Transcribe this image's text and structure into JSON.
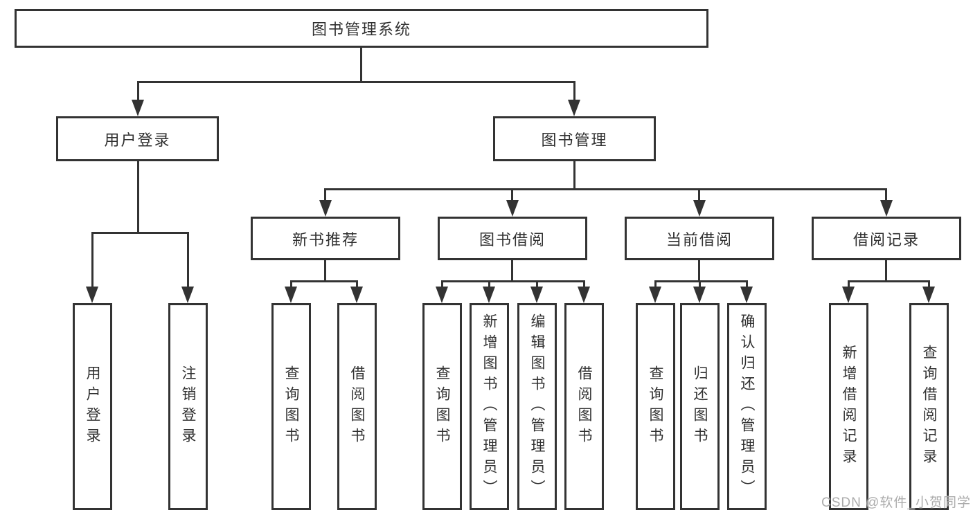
{
  "tree": {
    "root": {
      "label": "图书管理系统"
    },
    "branches": [
      {
        "label": "用户登录",
        "children": [
          {
            "label": "用户登录"
          },
          {
            "label": "注销登录"
          }
        ]
      },
      {
        "label": "图书管理",
        "sections": [
          {
            "label": "新书推荐",
            "children": [
              {
                "label": "查询图书"
              },
              {
                "label": "借阅图书"
              }
            ]
          },
          {
            "label": "图书借阅",
            "children": [
              {
                "label": "查询图书"
              },
              {
                "label": "新增图书（管理员）"
              },
              {
                "label": "编辑图书（管理员）"
              },
              {
                "label": "借阅图书"
              }
            ]
          },
          {
            "label": "当前借阅",
            "children": [
              {
                "label": "查询图书"
              },
              {
                "label": "归还图书"
              },
              {
                "label": "确认归还（管理员）"
              }
            ]
          },
          {
            "label": "借阅记录",
            "children": [
              {
                "label": "新增借阅记录"
              },
              {
                "label": "查询借阅记录"
              }
            ]
          }
        ]
      }
    ]
  },
  "watermark": {
    "text": "CSDN @软件_小贺同学"
  },
  "colors": {
    "line": "#333333",
    "text": "#303030",
    "background": "#ffffff",
    "watermark": "#a8a8a8"
  }
}
